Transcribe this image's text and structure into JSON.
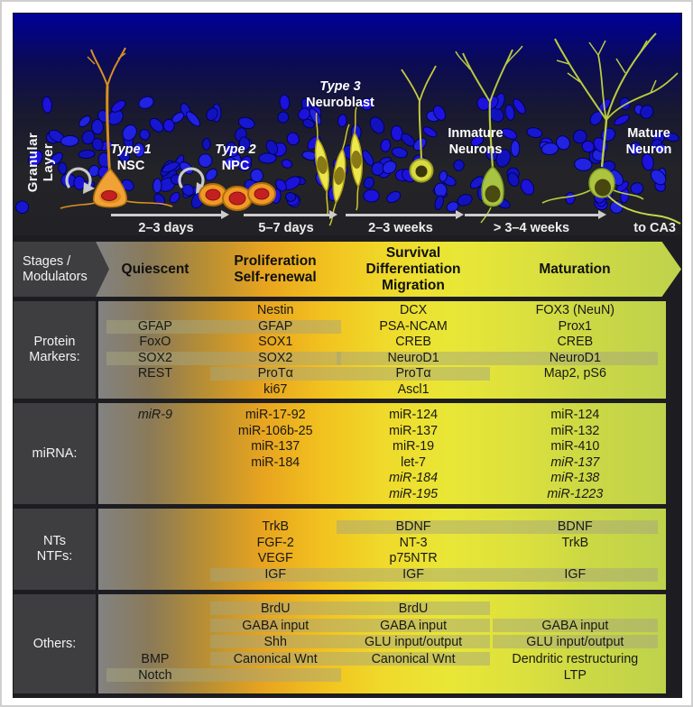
{
  "illustration": {
    "granular_line1": "Granular",
    "granular_line2": "Layer",
    "cell_labels": [
      {
        "sub": "Type 1",
        "name": "NSC"
      },
      {
        "sub": "Type 2",
        "name": "NPC"
      },
      {
        "sub": "Type 3",
        "name": "Neuroblast"
      },
      {
        "line1": "Inmature",
        "line2": "Neurons"
      },
      {
        "line1": "Mature",
        "line2": "Neuron"
      }
    ],
    "timeline": [
      {
        "label": "2–3 days"
      },
      {
        "label": "5–7 days"
      },
      {
        "label": "2–3 weeks"
      },
      {
        "label": "> 3–4 weeks"
      }
    ],
    "to_ca3": "to CA3"
  },
  "table": {
    "corner_line1": "Stages /",
    "corner_line2": "Modulators",
    "stages": [
      {
        "lines": [
          "Quiescent"
        ]
      },
      {
        "lines": [
          "Proliferation",
          "Self-renewal"
        ]
      },
      {
        "lines": [
          "Survival",
          "Differentiation",
          "Migration"
        ]
      },
      {
        "lines": [
          "Maturation"
        ]
      }
    ],
    "rows": [
      {
        "id": "protein-markers",
        "label": [
          "Protein",
          "Markers:"
        ],
        "lines": [
          [
            "",
            "Nestin",
            "DCX",
            "FOX3 (NeuN)"
          ],
          [
            "GFAP",
            "GFAP",
            "PSA-NCAM",
            "Prox1"
          ],
          [
            "FoxO",
            "SOX1",
            "CREB",
            "CREB"
          ],
          [
            "SOX2",
            "SOX2",
            "NeuroD1",
            "NeuroD1"
          ],
          [
            "REST",
            "ProTα",
            "ProTα",
            "Map2, pS6"
          ],
          [
            "",
            "ki67",
            "Ascl1",
            ""
          ]
        ],
        "bands": [
          {
            "line": 1,
            "from": 0,
            "to": 1
          },
          {
            "line": 3,
            "from": 0,
            "to": 1
          },
          {
            "line": 3,
            "from": 2,
            "to": 3
          },
          {
            "line": 4,
            "from": 1,
            "to": 2
          }
        ]
      },
      {
        "id": "mirna",
        "label": [
          "miRNA:"
        ],
        "lines": [
          [
            {
              "t": "miR-9",
              "i": true
            },
            "miR-17-92",
            "miR-124",
            "miR-124"
          ],
          [
            "",
            "miR-106b-25",
            "miR-137",
            "miR-132"
          ],
          [
            "",
            "miR-137",
            "miR-19",
            "miR-410"
          ],
          [
            "",
            "miR-184",
            "let-7",
            {
              "t": "miR-137",
              "i": true
            }
          ],
          [
            "",
            "",
            {
              "t": "miR-184",
              "i": true
            },
            {
              "t": "miR-138",
              "i": true
            }
          ],
          [
            "",
            "",
            {
              "t": "miR-195",
              "i": true
            },
            {
              "t": "miR-1223",
              "i": true
            }
          ]
        ],
        "bands": []
      },
      {
        "id": "nts-ntfs",
        "label": [
          "NTs",
          "NTFs:"
        ],
        "lines": [
          [
            "",
            "TrkB",
            "BDNF",
            "BDNF"
          ],
          [
            "",
            "FGF-2",
            "NT-3",
            "TrkB"
          ],
          [
            "",
            "VEGF",
            "p75NTR",
            ""
          ],
          [
            "",
            "IGF",
            "IGF",
            "IGF"
          ]
        ],
        "bands": [
          {
            "line": 0,
            "from": 2,
            "to": 3
          },
          {
            "line": 3,
            "from": 1,
            "to": 3
          }
        ]
      },
      {
        "id": "others",
        "label": [
          "Others:"
        ],
        "lines": [
          [
            "",
            "BrdU",
            "BrdU",
            ""
          ],
          [
            "",
            "GABA input",
            "GABA input",
            "GABA input"
          ],
          [
            "",
            "Shh",
            "GLU input/output",
            "GLU input/output"
          ],
          [
            "BMP",
            "Canonical Wnt",
            "Canonical Wnt",
            "Dendritic restructuring"
          ],
          [
            "Notch",
            "",
            "",
            "LTP"
          ]
        ],
        "bands": [
          {
            "line": 0,
            "from": 1,
            "to": 2
          },
          {
            "line": 1,
            "from": 1,
            "to": 2
          },
          {
            "line": 1,
            "from": 3,
            "to": 3
          },
          {
            "line": 2,
            "from": 1,
            "to": 2
          },
          {
            "line": 2,
            "from": 3,
            "to": 3
          },
          {
            "line": 3,
            "from": 1,
            "to": 2
          },
          {
            "line": 4,
            "from": 0,
            "to": 1
          }
        ]
      }
    ]
  },
  "colors": {
    "sky_top": "#000099",
    "granule_cell": "#1717cf",
    "quiescent_gray": "#828282",
    "proliferation_orange": "#e8a41f",
    "survival_yellow": "#e9e636",
    "maturation_green": "#bed24c",
    "label_cell_bg": "#3e3e40",
    "highlight_band": "rgba(165,165,125,0.5)",
    "nsc_orange": "#f1a236",
    "neuroblast_yellow": "#ede74c",
    "neuron_green": "#adc43e",
    "nucleus_red": "#c32121"
  }
}
